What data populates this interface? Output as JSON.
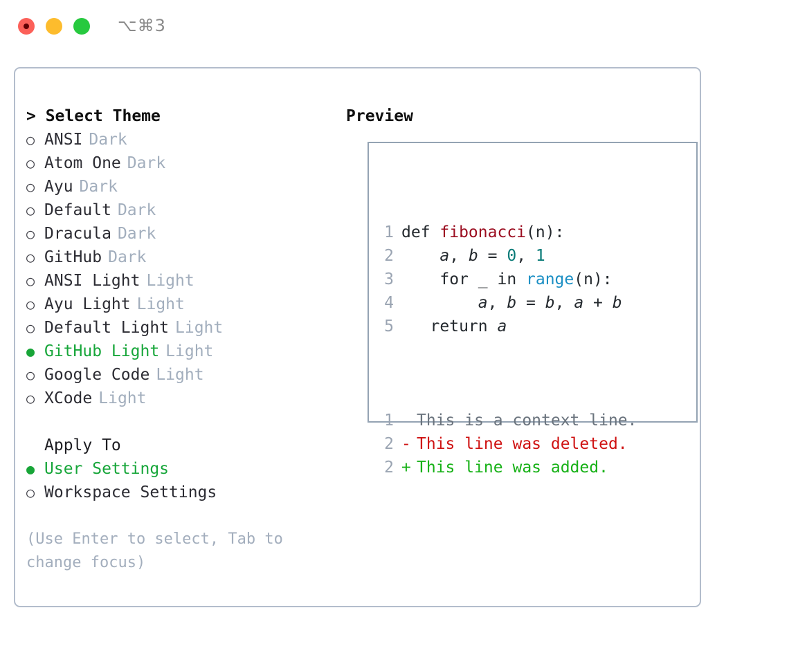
{
  "titlebar": {
    "shortcut": "⌥⌘3",
    "lights": [
      "close-red",
      "minimize-yellow",
      "maximize-green"
    ]
  },
  "left": {
    "heading": "> Select Theme",
    "themes": [
      {
        "bullet": "○",
        "name": "ANSI",
        "tag": "Dark",
        "selected": false
      },
      {
        "bullet": "○",
        "name": "Atom One",
        "tag": "Dark",
        "selected": false
      },
      {
        "bullet": "○",
        "name": "Ayu",
        "tag": "Dark",
        "selected": false
      },
      {
        "bullet": "○",
        "name": "Default",
        "tag": "Dark",
        "selected": false
      },
      {
        "bullet": "○",
        "name": "Dracula",
        "tag": "Dark",
        "selected": false
      },
      {
        "bullet": "○",
        "name": "GitHub",
        "tag": "Dark",
        "selected": false
      },
      {
        "bullet": "○",
        "name": "ANSI Light",
        "tag": "Light",
        "selected": false
      },
      {
        "bullet": "○",
        "name": "Ayu Light",
        "tag": "Light",
        "selected": false
      },
      {
        "bullet": "○",
        "name": "Default Light",
        "tag": "Light",
        "selected": false
      },
      {
        "bullet": "●",
        "name": "GitHub Light",
        "tag": "Light",
        "selected": true
      },
      {
        "bullet": "○",
        "name": "Google Code",
        "tag": "Light",
        "selected": false
      },
      {
        "bullet": "○",
        "name": "XCode",
        "tag": "Light",
        "selected": false
      }
    ],
    "apply_heading": "Apply To",
    "apply_options": [
      {
        "bullet": "●",
        "name": "User Settings",
        "selected": true
      },
      {
        "bullet": "○",
        "name": "Workspace Settings",
        "selected": false
      }
    ],
    "hint": "(Use Enter to select, Tab to change focus)"
  },
  "right": {
    "heading": "Preview",
    "code_lines": [
      {
        "num": "1",
        "tokens": [
          {
            "t": "def ",
            "c": "kw"
          },
          {
            "t": "fibonacci",
            "c": "func"
          },
          {
            "t": "(n):",
            "c": "plain"
          }
        ]
      },
      {
        "num": "2",
        "tokens": [
          {
            "t": "    ",
            "c": "plain"
          },
          {
            "t": "a",
            "c": "var"
          },
          {
            "t": ", ",
            "c": "plain"
          },
          {
            "t": "b",
            "c": "var"
          },
          {
            "t": " = ",
            "c": "plain"
          },
          {
            "t": "0",
            "c": "num"
          },
          {
            "t": ", ",
            "c": "plain"
          },
          {
            "t": "1",
            "c": "num"
          }
        ]
      },
      {
        "num": "3",
        "tokens": [
          {
            "t": "    for _ in ",
            "c": "kw"
          },
          {
            "t": "range",
            "c": "call"
          },
          {
            "t": "(n):",
            "c": "plain"
          }
        ]
      },
      {
        "num": "4",
        "tokens": [
          {
            "t": "        ",
            "c": "plain"
          },
          {
            "t": "a",
            "c": "var"
          },
          {
            "t": ", ",
            "c": "plain"
          },
          {
            "t": "b",
            "c": "var"
          },
          {
            "t": " = ",
            "c": "plain"
          },
          {
            "t": "b",
            "c": "var"
          },
          {
            "t": ", ",
            "c": "plain"
          },
          {
            "t": "a",
            "c": "var"
          },
          {
            "t": " + ",
            "c": "plain"
          },
          {
            "t": "b",
            "c": "var"
          }
        ]
      },
      {
        "num": "5",
        "tokens": [
          {
            "t": "   return ",
            "c": "kw"
          },
          {
            "t": "a",
            "c": "var"
          }
        ]
      }
    ],
    "diff_lines": [
      {
        "num": "1",
        "mark": " ",
        "text": "This is a context line.",
        "kind": "ctx"
      },
      {
        "num": "2",
        "mark": "-",
        "text": "This line was deleted.",
        "kind": "del"
      },
      {
        "num": "2",
        "mark": "+",
        "text": "This line was added.",
        "kind": "add"
      }
    ]
  },
  "colors": {
    "accent_green": "#17a63a",
    "muted": "#a2aebd",
    "border": "#b3bdcc",
    "preview_border": "#94a3b3",
    "func_red": "#9b0d20",
    "num_teal": "#0a7b78",
    "call_blue": "#1b8fc4",
    "diff_del": "#cf1212",
    "diff_add": "#16b116"
  }
}
